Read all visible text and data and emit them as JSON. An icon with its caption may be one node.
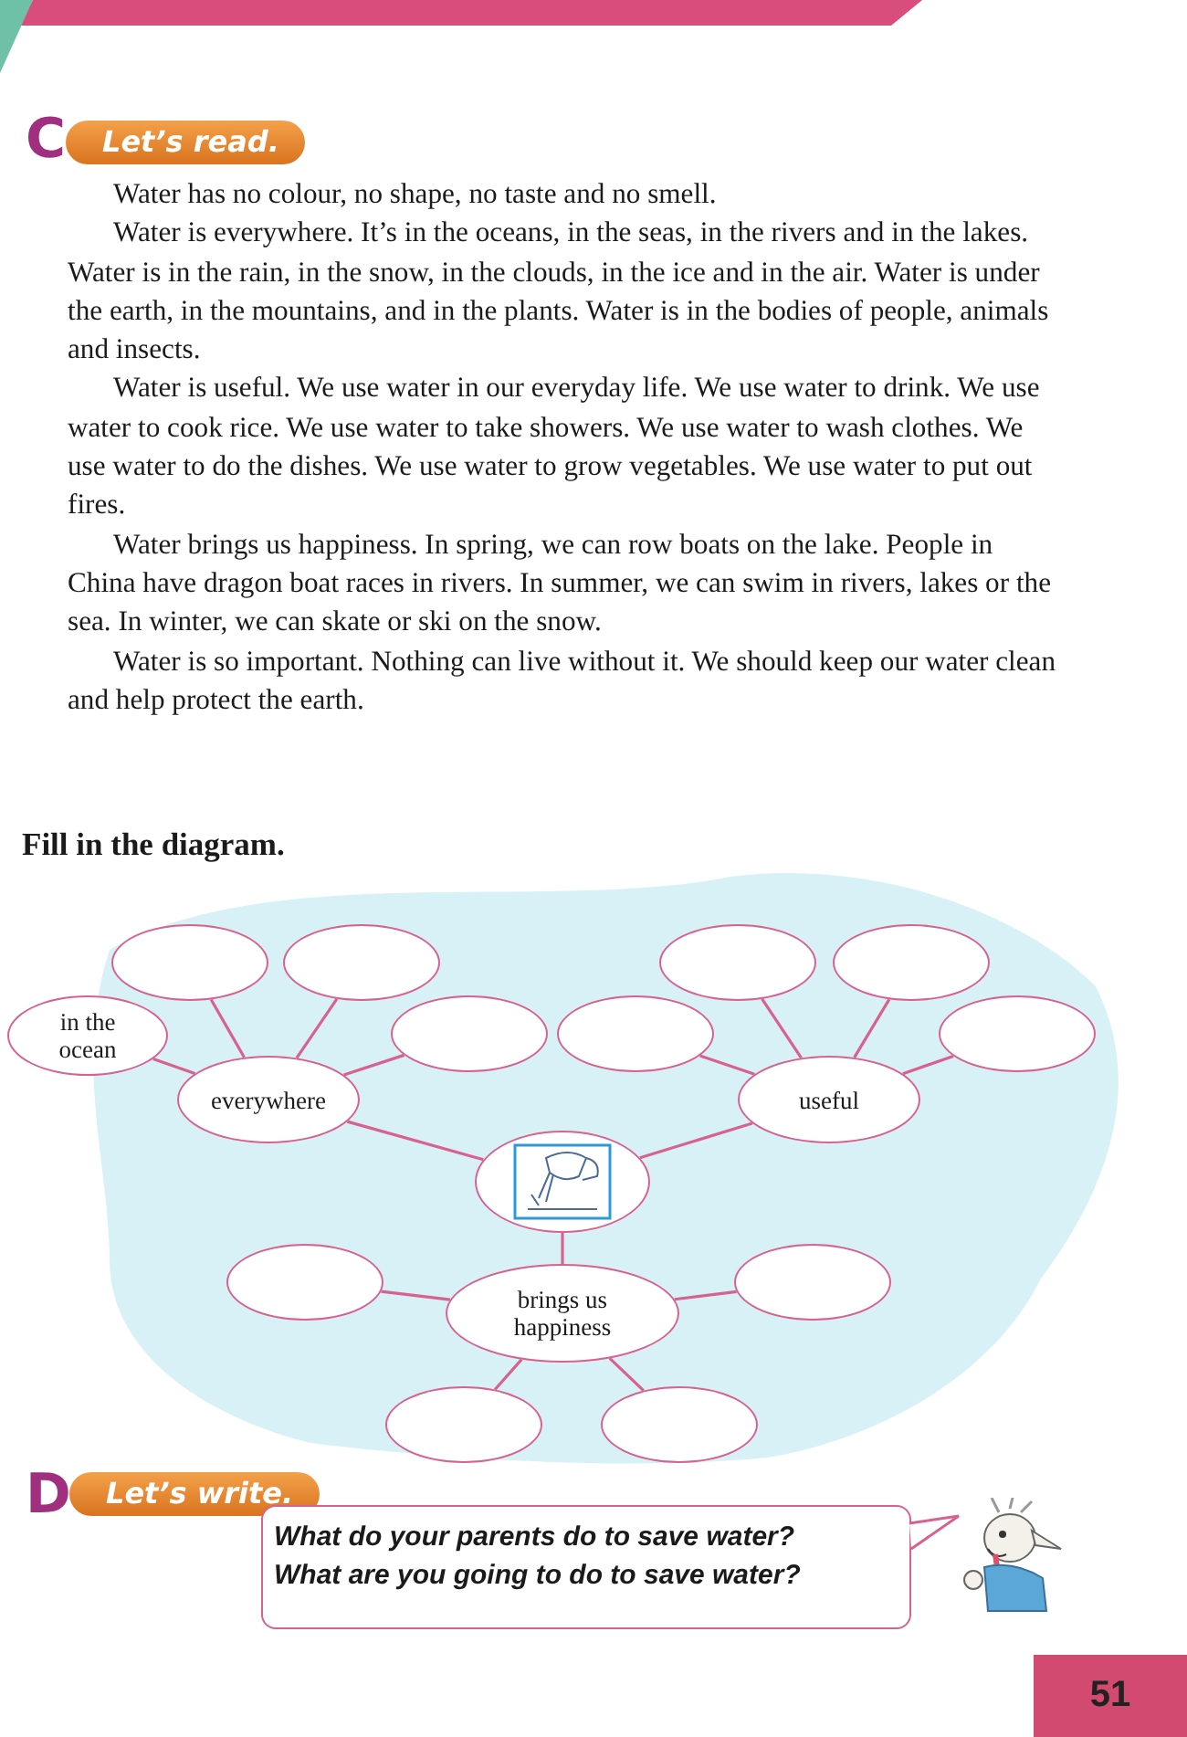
{
  "diagram": {
    "title": "Fill in the diagram.",
    "nodes": [
      {
        "text": [],
        "shape": "ellipse"
      },
      {
        "text": [],
        "shape": "ellipse"
      },
      {
        "text": [],
        "shape": "ellipse"
      },
      {
        "text": [],
        "shape": "ellipse"
      },
      {
        "text": [
          "in the ocean"
        ]
      },
      {
        "text": [],
        "shape": "ellipse"
      },
      {
        "text": [],
        "shape": "ellipse"
      },
      {
        "text": [],
        "shape": "ellipse"
      },
      {
        "text": [
          "everywhere"
        ]
      },
      {
        "text": [
          "useful"
        ]
      },
      {
        "text": [],
        "shape": "picture"
      },
      {
        "text": [],
        "shape": "ellipse"
      },
      {
        "text": [],
        "shape": "ellipse"
      },
      {
        "text": [
          "brings us happiness"
        ]
      },
      {
        "text": [],
        "shape": "ellipse"
      },
      {
        "text": [],
        "shape": "ellipse"
      }
    ],
    "edges": [
      {
        "from": 10,
        "to": 8,
        "arrow": "none"
      },
      {
        "from": 10,
        "to": 9,
        "arrow": "none"
      },
      {
        "from": 10,
        "to": 13,
        "arrow": "none"
      },
      {
        "from": 8,
        "to": 4,
        "arrow": "none"
      },
      {
        "from": 8,
        "to": 0,
        "arrow": "none"
      },
      {
        "from": 8,
        "to": 1,
        "arrow": "none"
      },
      {
        "from": 8,
        "to": 5,
        "arrow": "none"
      },
      {
        "from": 9,
        "to": 6,
        "arrow": "none"
      },
      {
        "from": 9,
        "to": 2,
        "arrow": "none"
      },
      {
        "from": 9,
        "to": 3,
        "arrow": "none"
      },
      {
        "from": 9,
        "to": 7,
        "arrow": "none"
      },
      {
        "from": 13,
        "to": 11,
        "arrow": "none"
      },
      {
        "from": 13,
        "to": 12,
        "arrow": "none"
      },
      {
        "from": 13,
        "to": 14,
        "arrow": "none"
      },
      {
        "from": 13,
        "to": 15,
        "arrow": "none"
      }
    ],
    "labels": [
      "C",
      "Let’s read.",
      "Water has no colour, no shape, no taste and no smell.",
      "Water is everywhere. It’s in the oceans, in the seas, in the rivers and in the lakes. Water is in the rain, in the snow, in the clouds, in the ice and in the air. Water is under the earth, in the mountains, and in the plants. Water is in the bodies of people, animals and insects.",
      "Water is useful. We use water in our everyday life. We use water to drink. We use water to cook rice. We use water to take showers. We use water to wash clothes. We use water to do the dishes. We use water to grow vegetables. We use water to put out fires.",
      "Water brings us happiness. In spring, we can row boats on the lake. People in China have dragon boat races in rivers. In summer, we can swim in rivers, lakes or the sea. In winter, we can skate or ski on the snow.",
      "Water is so important. Nothing can live without it. We should keep our water clean and help protect the earth.",
      "D",
      "Let’s write.",
      "What do your parents do to save water?",
      "What are you going to do to save water?",
      "51"
    ]
  }
}
